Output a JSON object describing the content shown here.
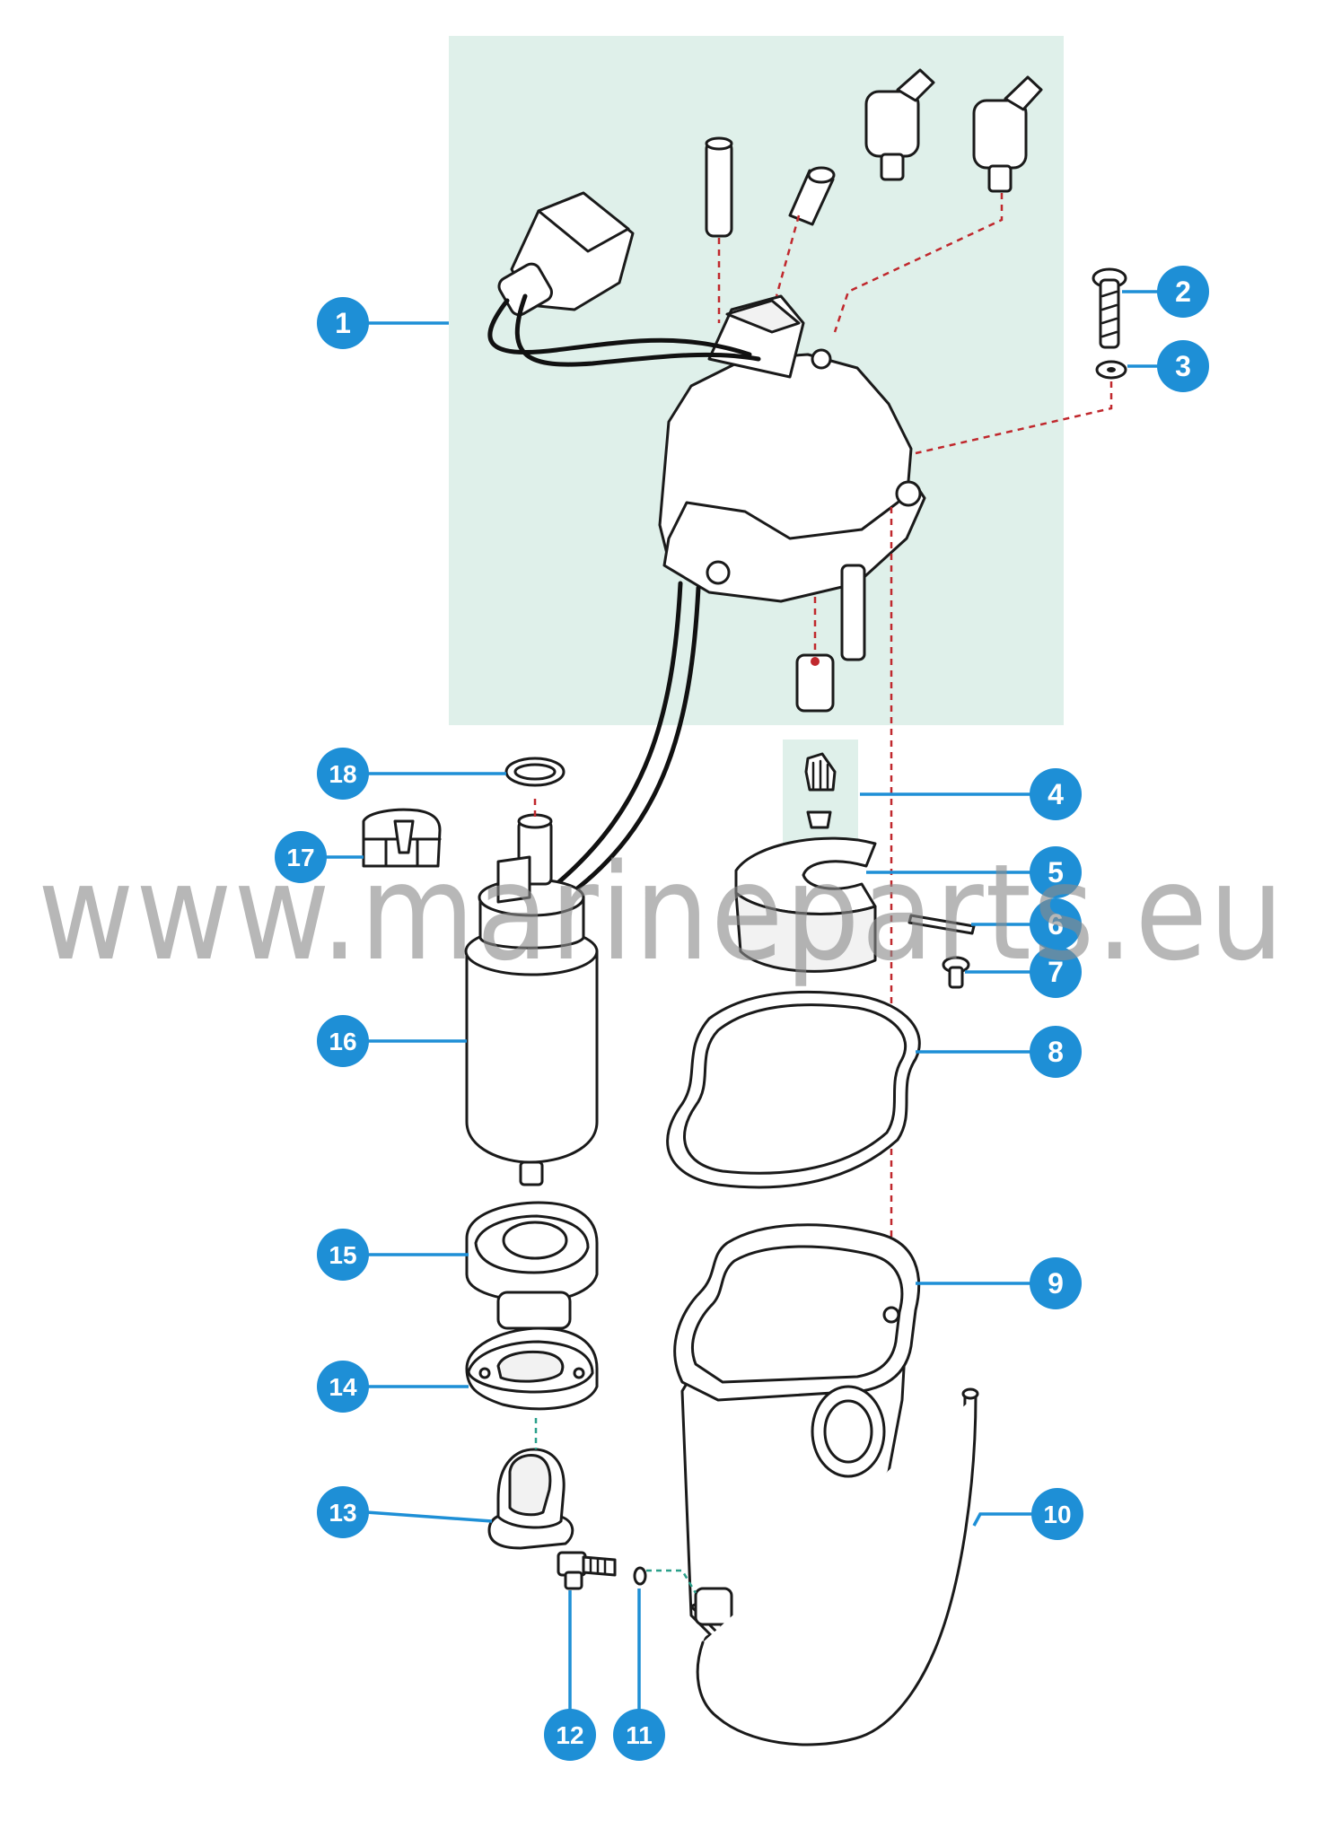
{
  "watermark": "www.marineparts.eu",
  "colors": {
    "callout_blue": "#1e8fd6",
    "highlight_bg": "#dff0ea",
    "dashed_guides": "#c0282d",
    "teal_guides": "#2aa08a",
    "line_art": "#1a1a1a"
  },
  "callouts": [
    {
      "id": 1,
      "label": "1"
    },
    {
      "id": 2,
      "label": "2"
    },
    {
      "id": 3,
      "label": "3"
    },
    {
      "id": 4,
      "label": "4"
    },
    {
      "id": 5,
      "label": "5"
    },
    {
      "id": 6,
      "label": "6"
    },
    {
      "id": 7,
      "label": "7"
    },
    {
      "id": 8,
      "label": "8"
    },
    {
      "id": 9,
      "label": "9"
    },
    {
      "id": 10,
      "label": "10"
    },
    {
      "id": 11,
      "label": "11"
    },
    {
      "id": 12,
      "label": "12"
    },
    {
      "id": 13,
      "label": "13"
    },
    {
      "id": 14,
      "label": "14"
    },
    {
      "id": 15,
      "label": "15"
    },
    {
      "id": 16,
      "label": "16"
    },
    {
      "id": 17,
      "label": "17"
    },
    {
      "id": 18,
      "label": "18"
    }
  ]
}
